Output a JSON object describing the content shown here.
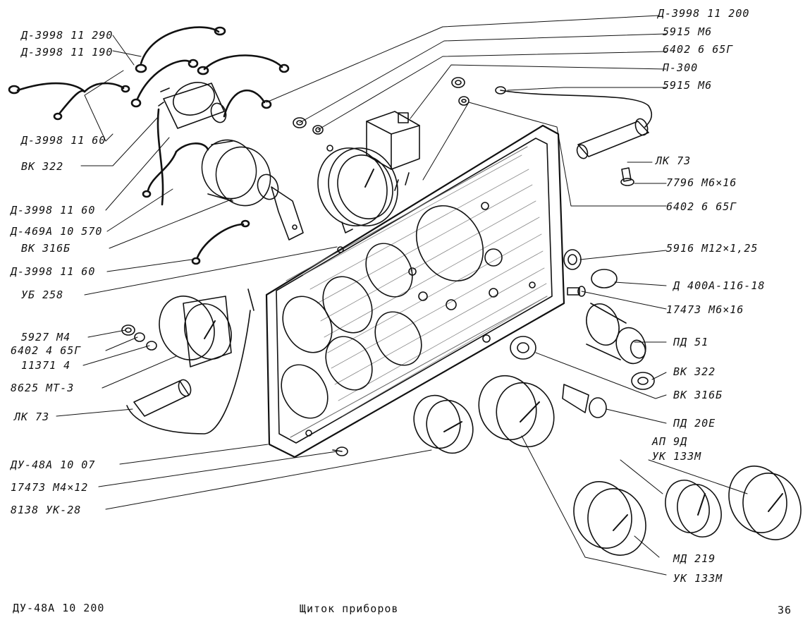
{
  "labels": {
    "r1": "Д-3998 11 200",
    "r2": "5915 М6",
    "r3": "6402 6 65Г",
    "r4": "П-300",
    "r5": "5915 М6",
    "r6": "ЛК 73",
    "r7": "7796 М6×16",
    "r8": "6402 6 65Г",
    "r9": "5916 М12×1,25",
    "r10": "Д 400А-116-18",
    "r11": "17473 М6×16",
    "r12": "ПД 51",
    "r13": "ВК 322",
    "r14": "ВК 316Б",
    "r15": "ПД 20Е",
    "r16": "АП 9Д",
    "r17": "УК 133М",
    "r18": "МД 219",
    "r19": "УК 133М",
    "l1": "Д-3998 11 290",
    "l2": "Д-3998 11 190",
    "l3": "Д-3998 11 60",
    "l4": "ВК 322",
    "l5": "Д-3998 11 60",
    "l6": "Д-469А 10 570",
    "l7": "ВК 316Б",
    "l8": "Д-3998 11 60",
    "l9": "УБ 258",
    "l10": "5927 М4",
    "l11": "6402 4 65Г",
    "l12": "11371 4",
    "l13": "8625 МТ-3",
    "l14": "ЛК 73",
    "l15": "ДУ-48А 10 07",
    "l16": "17473 М4×12",
    "l17": "8138 УК-28"
  },
  "footer": {
    "code": "ДУ-48А 10 200",
    "title": "Щиток приборов",
    "page": "36"
  }
}
